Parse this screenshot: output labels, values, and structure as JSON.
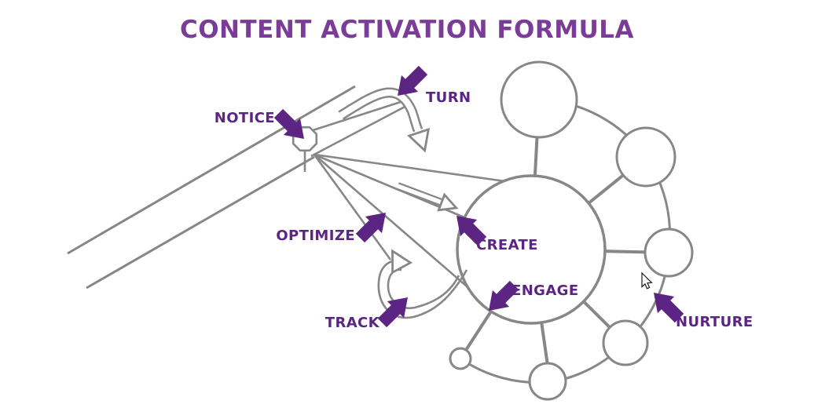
{
  "title": "CONTENT ACTIVATION FORMULA",
  "diagram": {
    "type": "flow-diagram",
    "description": "Road with stop-sign post fanning into lines that feed a central hub circle surrounded by satellite circles; hollow u-turn, loop-back and straight arrows mark transitions",
    "steps": [
      {
        "text": "NOTICE",
        "arrow_direction": "down-right"
      },
      {
        "text": "TURN",
        "arrow_direction": "down-left"
      },
      {
        "text": "OPTIMIZE",
        "arrow_direction": "up-right"
      },
      {
        "text": "CREATE",
        "arrow_direction": "up-left"
      },
      {
        "text": "TRACK",
        "arrow_direction": "up-right"
      },
      {
        "text": "ENGAGE",
        "arrow_direction": "down-left"
      },
      {
        "text": "NURTURE",
        "arrow_direction": "up-left"
      }
    ],
    "hub": {
      "satellite_count": 6
    }
  },
  "cursor": {
    "type": "arrow-pointer",
    "visible": true
  },
  "colors": {
    "title": "#7B3C98",
    "label": "#5C2483",
    "arrow": "#5C2483",
    "line": "#878787",
    "background": "#FFFFFF"
  }
}
